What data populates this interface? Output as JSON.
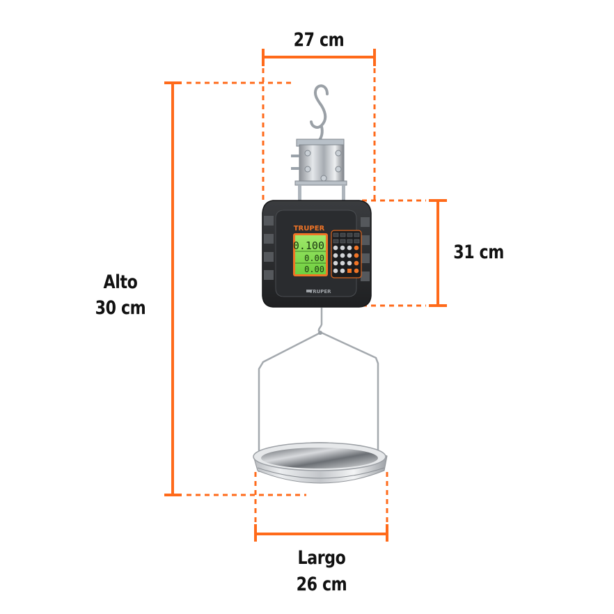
{
  "diagram": {
    "type": "product-dimensions",
    "accent_color": "#ff6a1a",
    "product": {
      "name": "hanging digital scale",
      "brand_top": "TRUPER",
      "brand_bottom": "TRUPER",
      "display": {
        "line1": "0.100",
        "line2": "0.00",
        "line3": "0.00"
      }
    },
    "dimensions": {
      "width": {
        "label": "27 cm"
      },
      "body_height": {
        "label": "31 cm"
      },
      "total_height": {
        "label": "Alto",
        "value": "30 cm"
      },
      "pan_length": {
        "label": "Largo",
        "value": "26 cm"
      }
    }
  }
}
